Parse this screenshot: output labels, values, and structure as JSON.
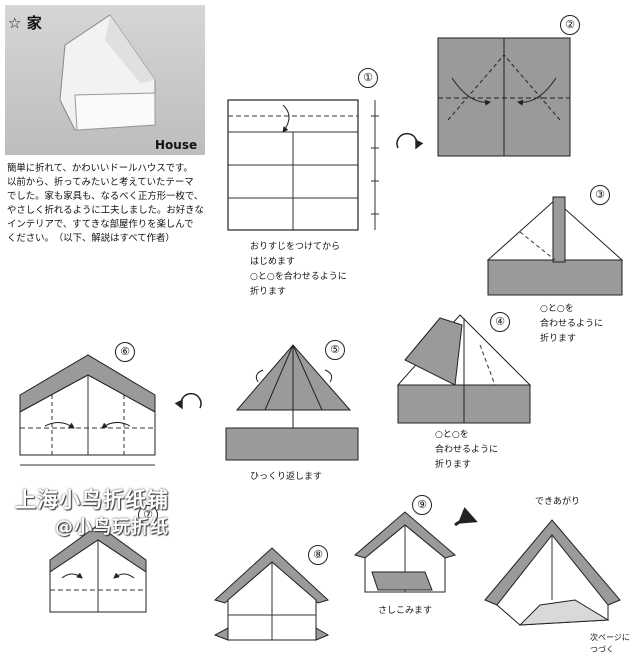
{
  "header": {
    "star": "☆",
    "title": "家",
    "house_label": "House"
  },
  "intro": {
    "lines": [
      "簡単に折れて、かわいいドールハウスです。",
      "以前から、折ってみたいと考えていたテーマ",
      "でした。家も家具も、なるべく正方形一枚で、",
      "やさしく折れるように工夫しました。お好きな",
      "インテリアで、すてきな部屋作りを楽しんで",
      "ください。　（以下、解説はすべて作者）"
    ]
  },
  "steps": [
    {
      "num": "①",
      "caption": [
        "おりすじをつけてから",
        "はじめます",
        "○と○を合わせるように",
        "折ります"
      ]
    },
    {
      "num": "②",
      "caption": []
    },
    {
      "num": "③",
      "caption": [
        "○と○を",
        "合わせるように",
        "折ります"
      ]
    },
    {
      "num": "④",
      "caption": [
        "○と○を",
        "合わせるように",
        "折ります"
      ]
    },
    {
      "num": "⑤",
      "caption": [
        "ひっくり返します"
      ]
    },
    {
      "num": "⑥",
      "caption": []
    },
    {
      "num": "⑦",
      "caption": []
    },
    {
      "num": "⑧",
      "caption": []
    },
    {
      "num": "⑨",
      "caption": [
        "さしこみます"
      ]
    }
  ],
  "finished_label": "できあがり",
  "next_page": [
    "次ページに",
    "つづく"
  ],
  "watermark": {
    "line1": "上海小鸟折纸铺",
    "line2": "@小鸟玩折纸"
  },
  "colors": {
    "paper_grey": "#9a9a9a",
    "line": "#222222",
    "fold_line": "#333333"
  }
}
